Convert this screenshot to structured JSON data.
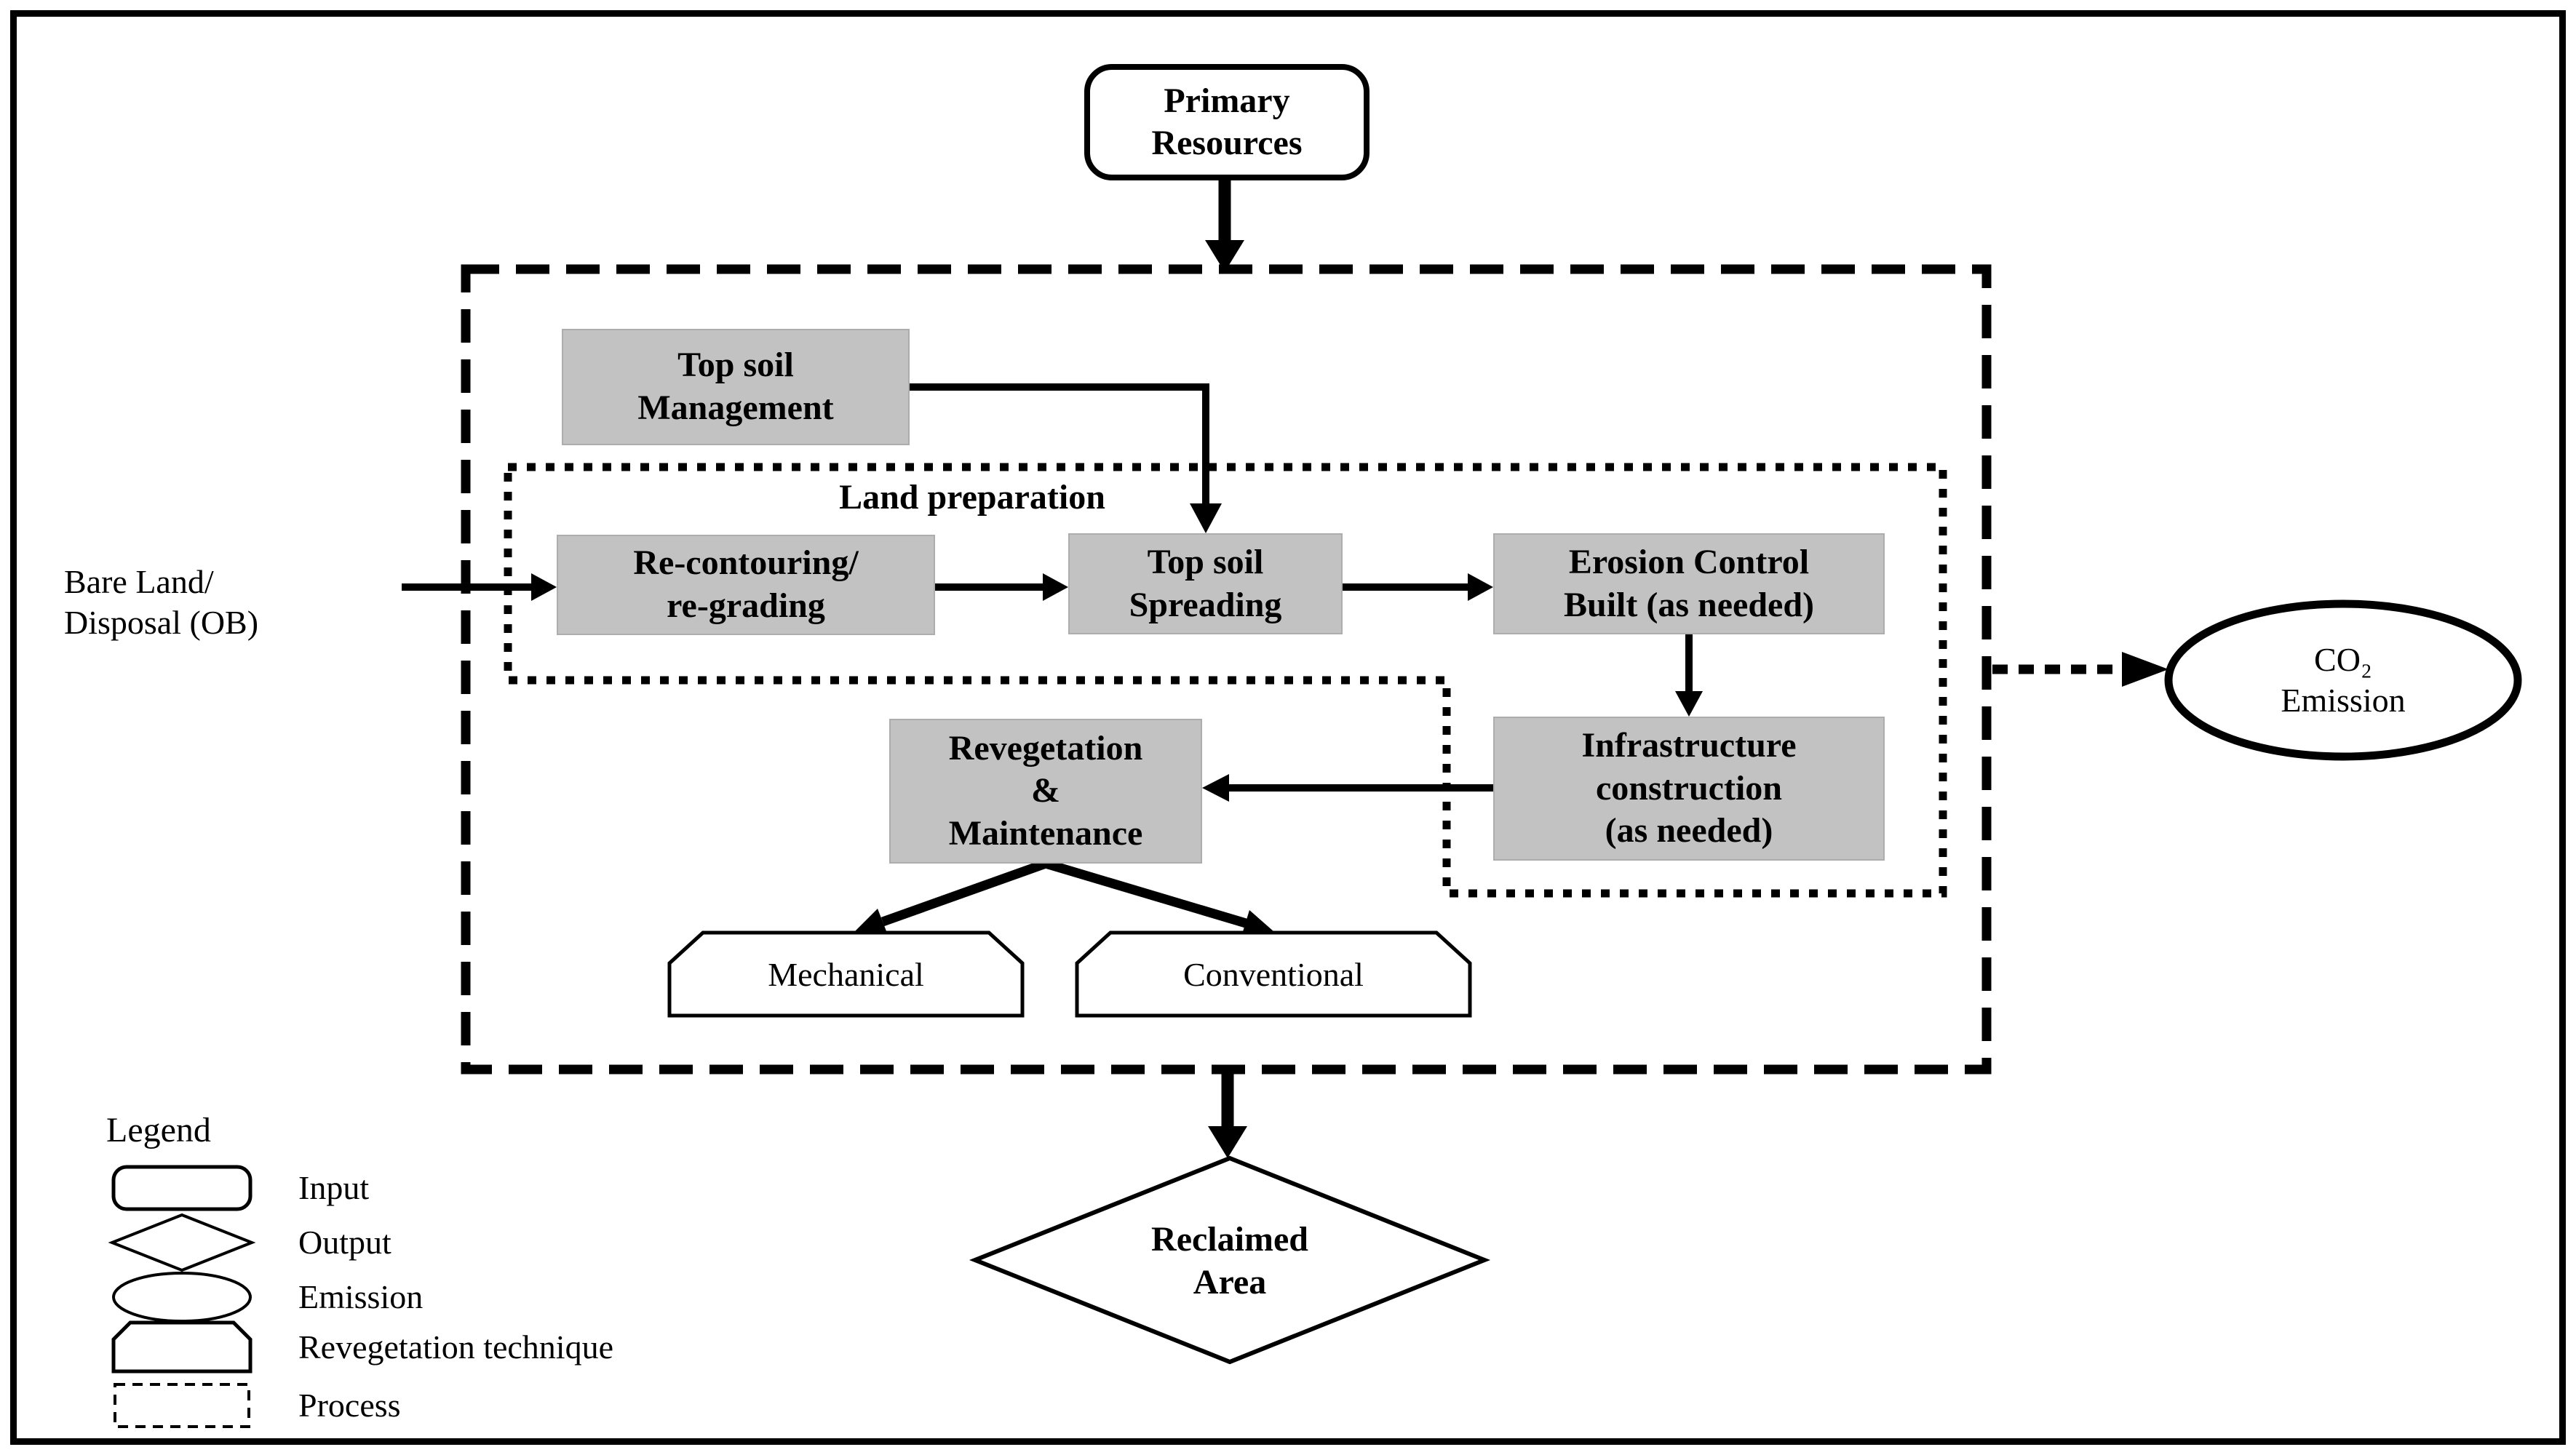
{
  "colors": {
    "node_fill": "#c2c2c2",
    "stroke": "#000000",
    "background": "#ffffff"
  },
  "nodes": {
    "primary_resources": {
      "shape": "rounded-rectangle",
      "label": "Primary\nResources"
    },
    "top_soil_management": {
      "shape": "rectangle",
      "label": "Top soil\nManagement"
    },
    "re_contouring": {
      "shape": "rectangle",
      "label": "Re-contouring/\nre-grading"
    },
    "top_soil_spreading": {
      "shape": "rectangle",
      "label": "Top soil\nSpreading"
    },
    "erosion_control": {
      "shape": "rectangle",
      "label": "Erosion Control\nBuilt (as needed)"
    },
    "infrastructure_construction": {
      "shape": "rectangle",
      "label": "Infrastructure\nconstruction\n(as needed)"
    },
    "revegetation_maintenance": {
      "shape": "rectangle",
      "label": "Revegetation\n&\nMaintenance"
    },
    "mechanical": {
      "shape": "beveled-rectangle",
      "label": "Mechanical"
    },
    "conventional": {
      "shape": "beveled-rectangle",
      "label": "Conventional"
    },
    "reclaimed_area": {
      "shape": "diamond",
      "label": "Reclaimed\nArea"
    },
    "co2_emission": {
      "shape": "ellipse",
      "label": "CO₂\nEmission"
    }
  },
  "annotations": {
    "bare_land": {
      "label": "Bare Land/\nDisposal (OB)"
    },
    "land_preparation": {
      "label": "Land preparation"
    }
  },
  "legend": {
    "title": "Legend",
    "items": [
      {
        "icon": "rounded-rectangle-icon",
        "label": "Input"
      },
      {
        "icon": "diamond-icon",
        "label": "Output"
      },
      {
        "icon": "ellipse-icon",
        "label": "Emission"
      },
      {
        "icon": "beveled-rectangle-icon",
        "label": "Revegetation technique"
      },
      {
        "icon": "dashed-rectangle-icon",
        "label": "Process"
      }
    ]
  }
}
